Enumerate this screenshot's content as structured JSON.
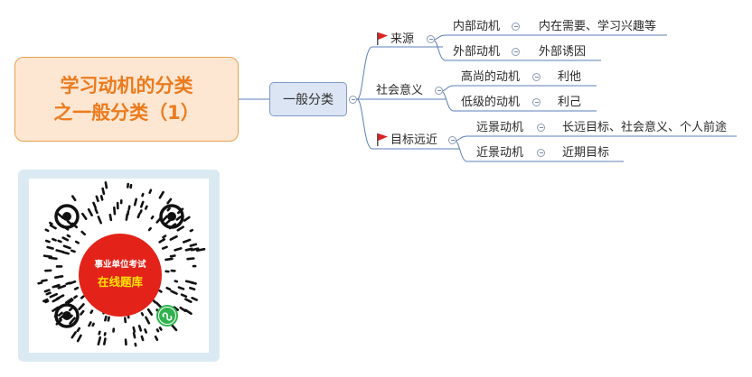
{
  "root": {
    "title": "学习动机的分类\n之一般分类（1）"
  },
  "main": {
    "label": "一般分类"
  },
  "branches": [
    {
      "label": "来源",
      "flag": true,
      "children": [
        {
          "label": "内部动机",
          "leaf": "内在需要、学习兴趣等"
        },
        {
          "label": "外部动机",
          "leaf": "外部诱因"
        }
      ]
    },
    {
      "label": "社会意义",
      "flag": false,
      "children": [
        {
          "label": "高尚的动机",
          "leaf": "利他"
        },
        {
          "label": "低级的动机",
          "leaf": "利己"
        }
      ]
    },
    {
      "label": "目标远近",
      "flag": true,
      "children": [
        {
          "label": "远景动机",
          "leaf": "长远目标、社会意义、个人前途"
        },
        {
          "label": "近景动机",
          "leaf": "近期目标"
        }
      ]
    }
  ],
  "qr": {
    "line1": "事业单位考试",
    "line2": "在线题库"
  },
  "colors": {
    "root_text": "#ec7b1d",
    "root_fill": "#fde7d3",
    "line": "#5b7fb9",
    "flag": "#e02020",
    "qr_center": "#e32219"
  }
}
